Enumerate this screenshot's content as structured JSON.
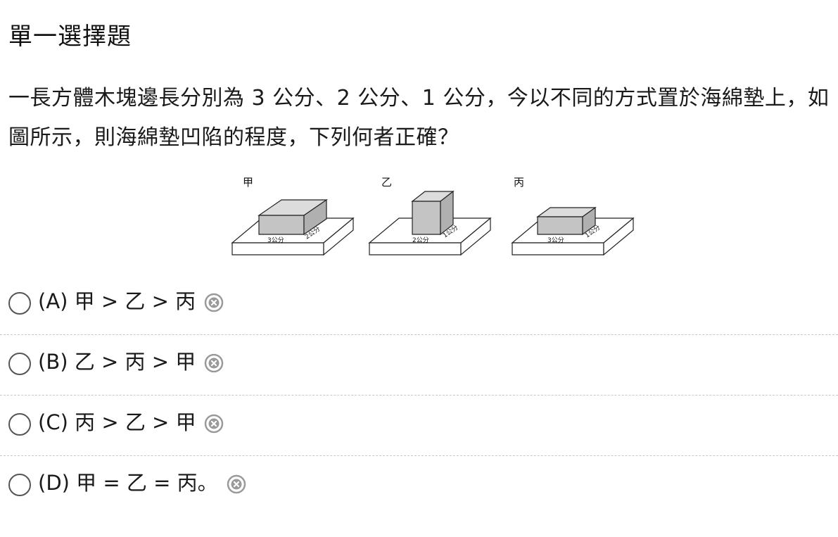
{
  "quiz": {
    "heading": "單一選擇題",
    "question": "一長方體木塊邊長分別為 3 公分、2 公分、1 公分，今以不同的方式置於海綿墊上，如圖所示，則海綿墊凹陷的程度，下列何者正確？"
  },
  "figure": {
    "labels": [
      "甲",
      "乙",
      "丙"
    ],
    "dims": {
      "jia_front": "3公分",
      "jia_side": "2公分",
      "yi_front": "2公分",
      "yi_side": "1公分",
      "bing_front": "3公分",
      "bing_side": "1公分"
    }
  },
  "options": [
    {
      "label": "(A) 甲 > 乙 > 丙"
    },
    {
      "label": "(B) 乙 > 丙 > 甲"
    },
    {
      "label": "(C) 丙 > 乙 > 甲"
    },
    {
      "label": "(D) 甲 = 乙 = 丙。"
    }
  ],
  "icons": {
    "radio": "radio-unselected-icon",
    "eliminate": "close-circle-icon"
  },
  "colors": {
    "icon_gray": "#9a9a9a",
    "divider": "#c8c8c8"
  }
}
